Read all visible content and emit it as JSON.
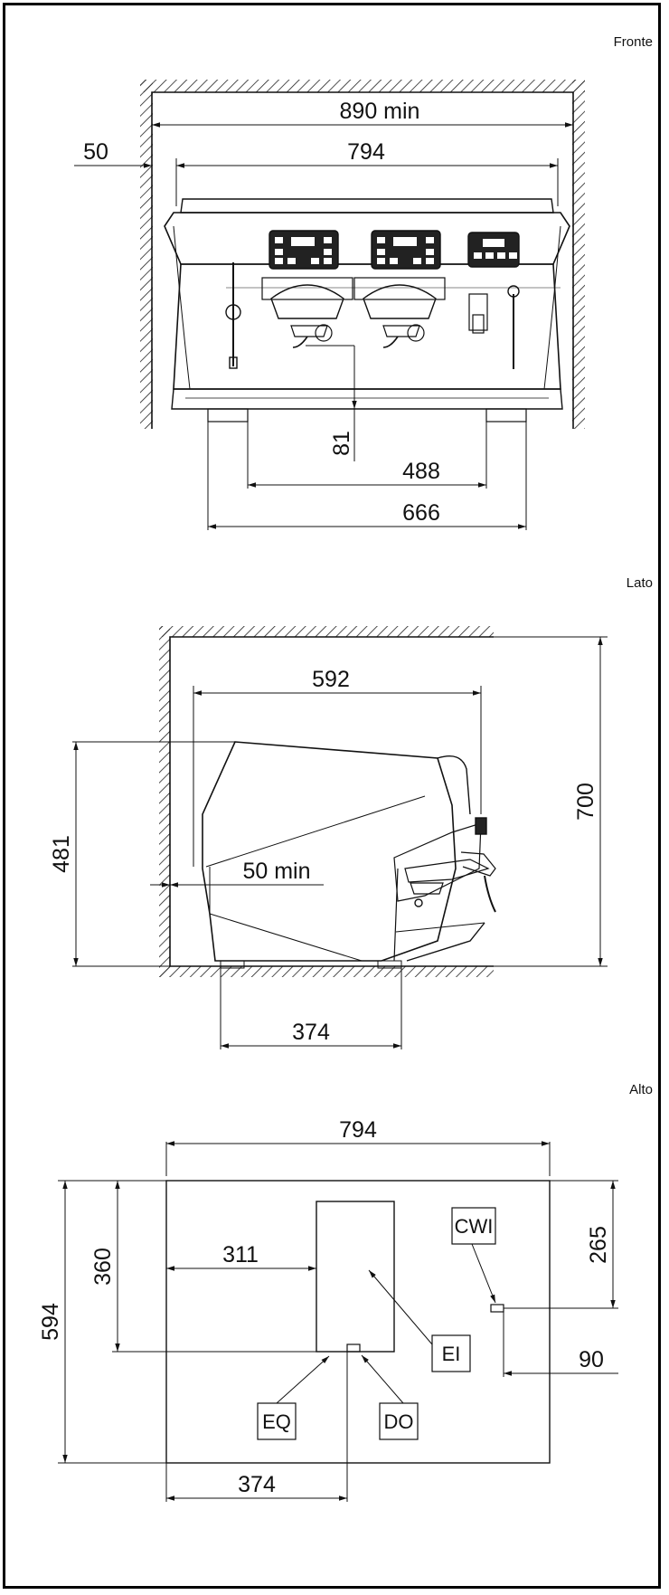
{
  "views": {
    "front": {
      "label": "Fronte",
      "dims": {
        "width_min": "890 min",
        "wall_gap": "50",
        "machine_width": "794",
        "height": "81",
        "feet_inner": "488",
        "feet_outer": "666"
      }
    },
    "side": {
      "label": "Lato",
      "dims": {
        "depth": "592",
        "wall_gap_min": "50 min",
        "height_total": "700",
        "height_machine": "481",
        "feet": "374"
      }
    },
    "top": {
      "label": "Alto",
      "dims": {
        "width": "794",
        "depth": "594",
        "drain_y": "360",
        "drain_x": "311",
        "cwi_y": "265",
        "cwi_x": "90",
        "feet": "374"
      },
      "codes": {
        "cwi": "CWI",
        "ei": "EI",
        "eq": "EQ",
        "do": "DO"
      }
    }
  }
}
